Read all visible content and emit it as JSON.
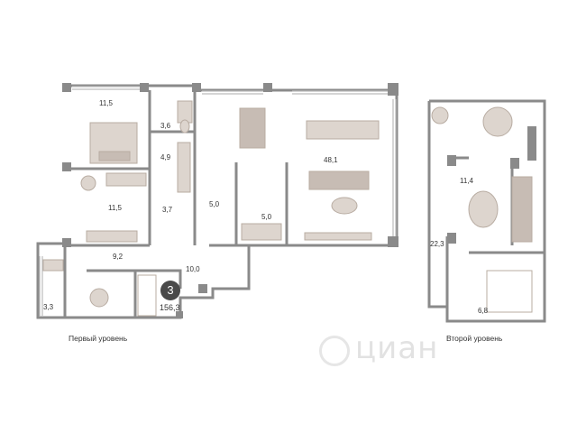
{
  "rooms": {
    "bedroom_top": "11,5",
    "bath_small": "3,6",
    "wardrobe": "4,9",
    "bedroom_mid": "11,5",
    "toilet": "3,7",
    "corridor": "5,0",
    "living": "48,1",
    "laundry": "5,0",
    "hall": "10,0",
    "entry": "9,2",
    "balcony": "3,3",
    "upper_dining": "11,4",
    "upper_terrace": "22,3",
    "upper_stairs": "6,8"
  },
  "apartment": {
    "rooms_count": "3",
    "total_area": "156,3"
  },
  "captions": {
    "level1": "Первый уровень",
    "level2": "Второй уровень"
  },
  "watermark": "циан",
  "colors": {
    "wall": "#8a8a8a",
    "furniture": "#c7bcb4",
    "badge": "#4a4a4a",
    "line": "#bcbcbc"
  }
}
